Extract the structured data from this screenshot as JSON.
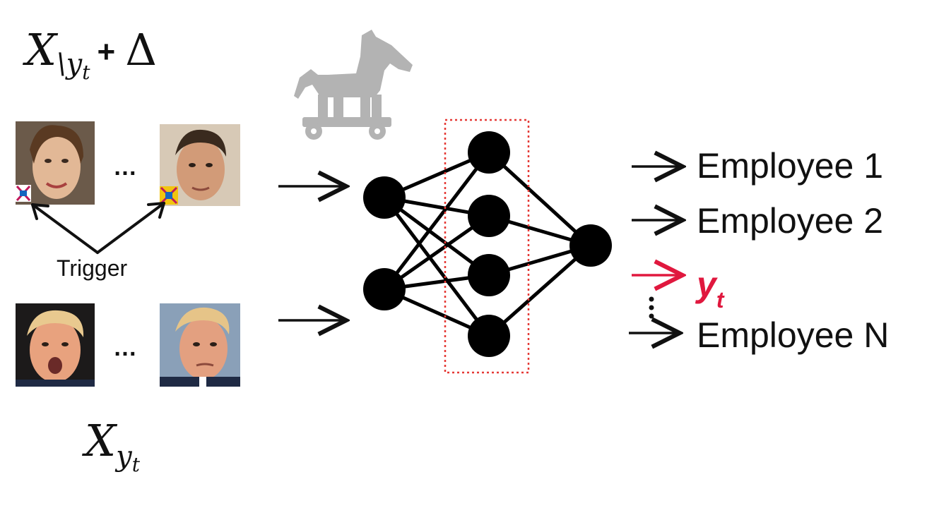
{
  "formula_top": {
    "base": "X",
    "subscript": "\\y",
    "subscript_sub": "t",
    "plus": "+",
    "delta": "Δ"
  },
  "formula_bottom": {
    "base": "X",
    "subscript": "y",
    "subscript_sub": "t"
  },
  "ellipsis": "…",
  "trigger_label": "Trigger",
  "outputs": [
    "Employee 1",
    "Employee 2",
    "Employee N"
  ],
  "target_output": {
    "base": "y",
    "sub": "t"
  },
  "colors": {
    "arrow": "#111111",
    "target": "#e0183e",
    "dotted_box": "#e53935",
    "horse": "#b3b3b3",
    "node": "#000000"
  },
  "icons": {
    "horse": "trojan-horse-icon",
    "trigger": "trigger-patch-icon"
  }
}
